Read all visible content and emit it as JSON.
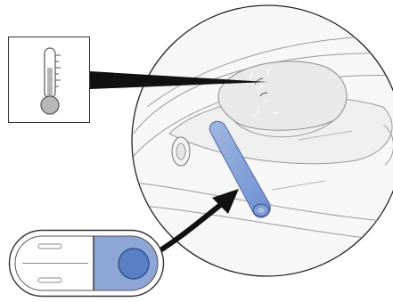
{
  "diagram": {
    "elements": [
      {
        "name": "temperature-callout",
        "icon": "thermometer-icon"
      },
      {
        "name": "sensor-detail-circle",
        "icon": "sensor-probe-icon"
      },
      {
        "name": "device-top-view",
        "icon": "device-icon"
      }
    ],
    "colors": {
      "accent_blue": "#8ea6d6",
      "accent_blue_dark": "#2d4f8e",
      "line": "#222222",
      "thermometer_fill": "#b7b7b7"
    }
  }
}
